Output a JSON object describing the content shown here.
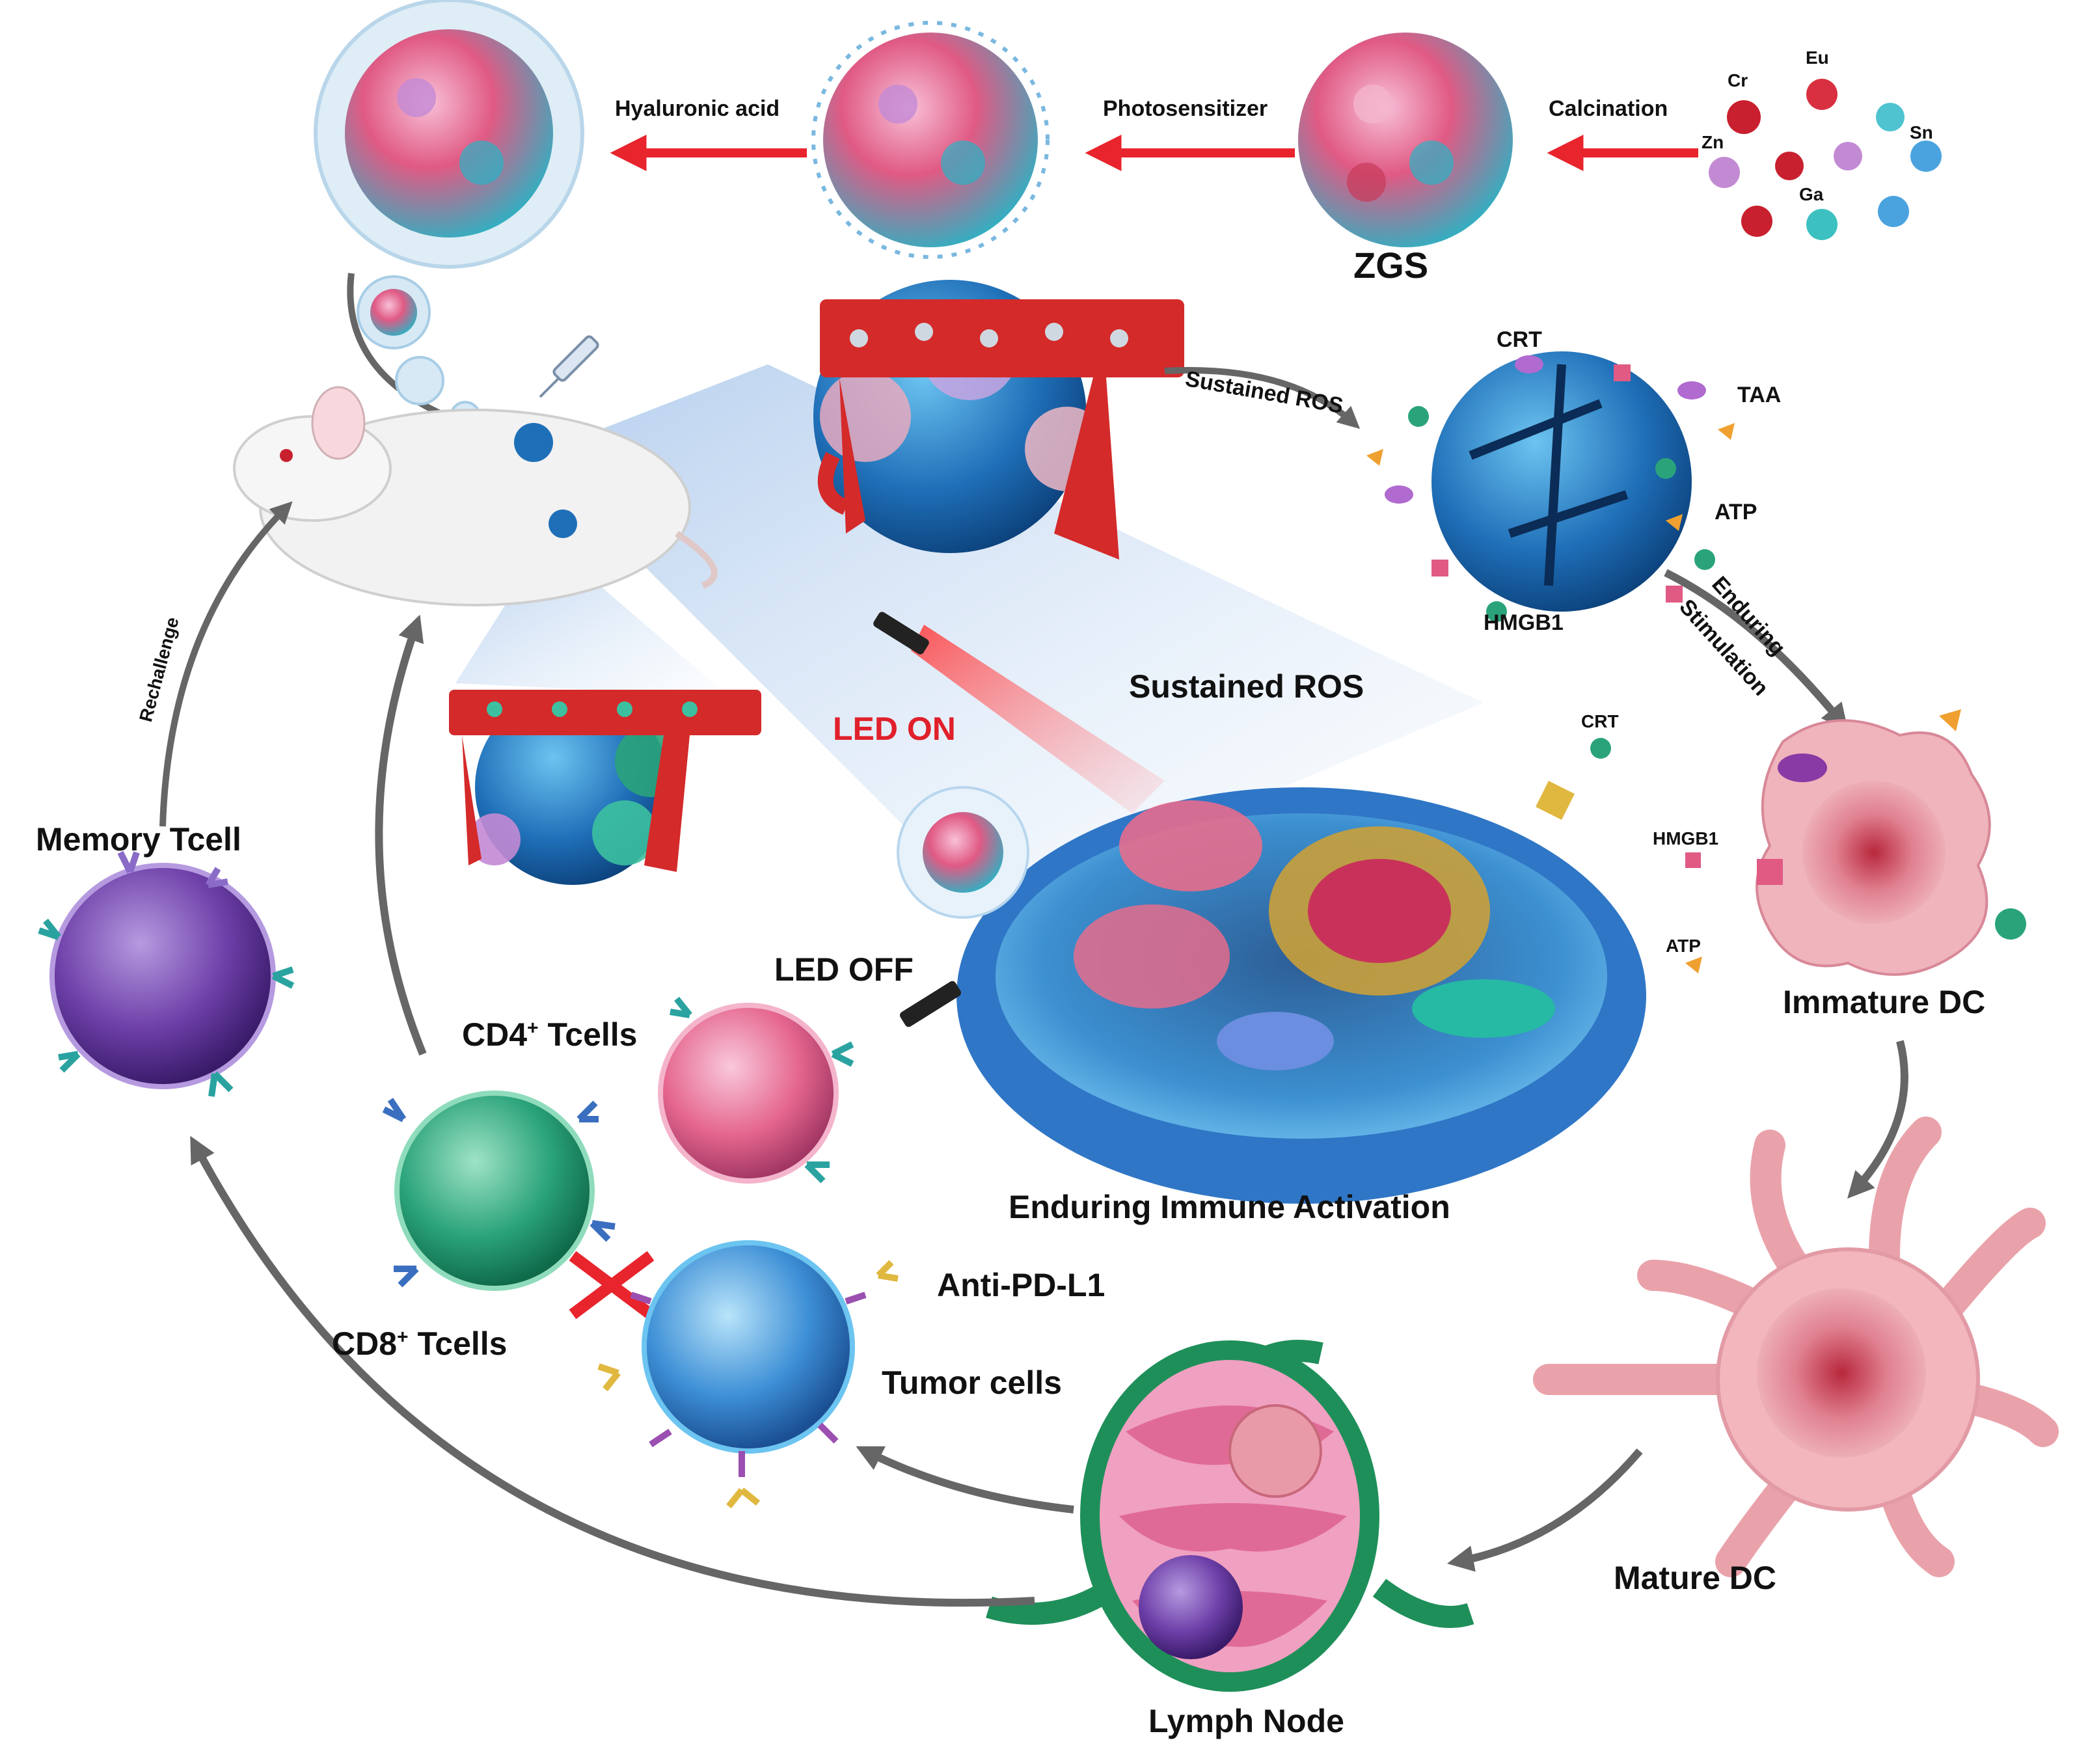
{
  "synthesis": {
    "elements": [
      "Cr",
      "Eu",
      "Zn",
      "Sn",
      "Ga"
    ],
    "step_calcination": "Calcination",
    "step_photosensitizer": "Photosensitizer",
    "step_hyaluronic": "Hyaluronic acid",
    "zgs_label": "ZGS"
  },
  "ros": {
    "sustained_small": "Sustained ROS",
    "sustained_large": "Sustained ROS",
    "damp_labels": [
      "CRT",
      "TAA",
      "ATP",
      "HMGB1"
    ],
    "cell_damps": [
      "CRT",
      "HMGB1",
      "ATP"
    ]
  },
  "light": {
    "on": "LED ON",
    "off": "LED OFF"
  },
  "cycle": {
    "enduring": "Enduring",
    "stimulation": "Stimulation",
    "immature_dc": "Immature DC",
    "mature_dc": "Mature DC",
    "lymph_node": "Lymph Node",
    "tumor_cells": "Tumor cells",
    "anti_pdl1": "Anti-PD-L1",
    "cd8": "CD8",
    "cd4": "CD4",
    "tcells_suffix": " Tcells",
    "plus": "+",
    "memory_tcell": "Memory Tcell",
    "rechallenge": "Rechallenge",
    "enduring_immune": "Enduring Immune Activation"
  },
  "colors": {
    "red_arrow": "#e8242c",
    "grey_arrow": "#666666",
    "vessel": "#d42a2a",
    "tumor_blue": "#1f6fb8",
    "cell_blue": "#4aa3de",
    "dc_pink": "#e79098",
    "memory_purple": "#7b4fb0",
    "cd8_green": "#2aa37a",
    "cd4_pink": "#e5668e",
    "lymph_pink": "#e06a96",
    "lymph_green": "#1f8f5a"
  }
}
